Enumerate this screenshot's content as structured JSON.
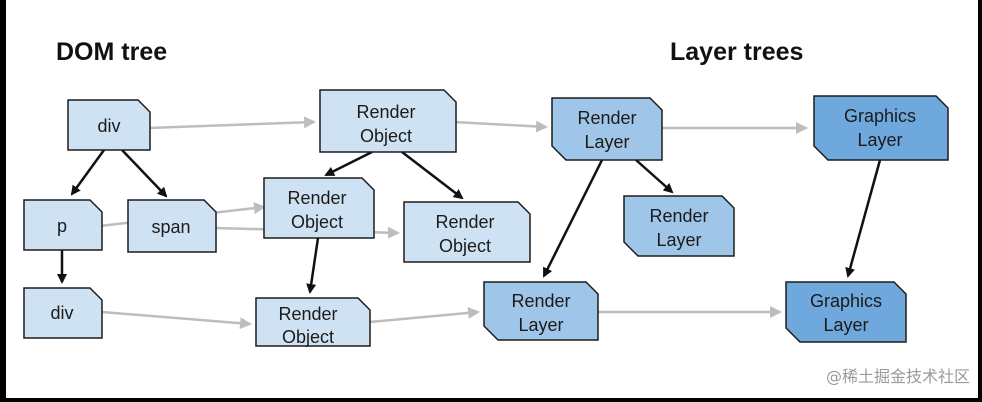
{
  "titles": {
    "dom_tree": "DOM tree",
    "layer_trees": "Layer trees"
  },
  "nodes": {
    "div_top": [
      "div"
    ],
    "p": [
      "p"
    ],
    "span": [
      "span"
    ],
    "div_bottom": [
      "div"
    ],
    "render_object_top": [
      "Render",
      "Object"
    ],
    "render_object_mid": [
      "Render",
      "Object"
    ],
    "render_object_right": [
      "Render",
      "Object"
    ],
    "render_object_bottom": [
      "Render",
      "Object"
    ],
    "render_layer_top": [
      "Render",
      "Layer"
    ],
    "render_layer_child": [
      "Render",
      "Layer"
    ],
    "render_layer_bottom": [
      "Render",
      "Layer"
    ],
    "graphics_layer_top": [
      "Graphics",
      "Layer"
    ],
    "graphics_layer_bottom": [
      "Graphics",
      "Layer"
    ]
  },
  "watermark": "@稀土掘金技术社区",
  "colors": {
    "dom_fill": "#cfe2f3",
    "render_layer_fill": "#9fc5e8",
    "graphics_layer_fill": "#6fa8dc",
    "node_stroke": "#1c1c1c",
    "tree_edge": "#111111",
    "map_edge": "#bdbdbd"
  }
}
